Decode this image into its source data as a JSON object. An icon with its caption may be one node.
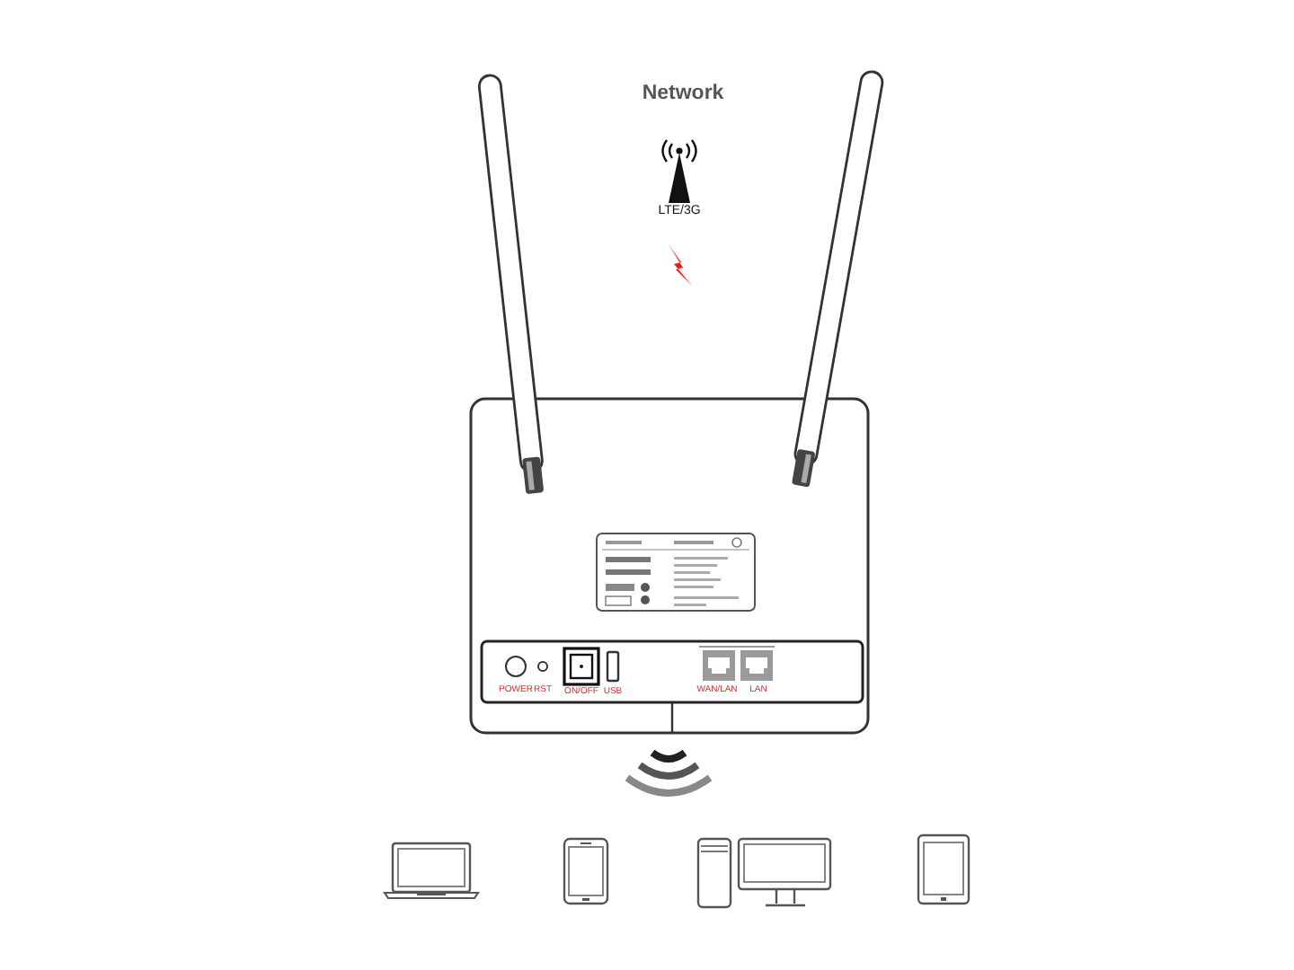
{
  "diagram": {
    "labels": [
      "Network",
      "LTE/3G",
      "POWER",
      "RST",
      "ON/OFF",
      "USB",
      "WAN/LAN",
      "LAN"
    ]
  }
}
